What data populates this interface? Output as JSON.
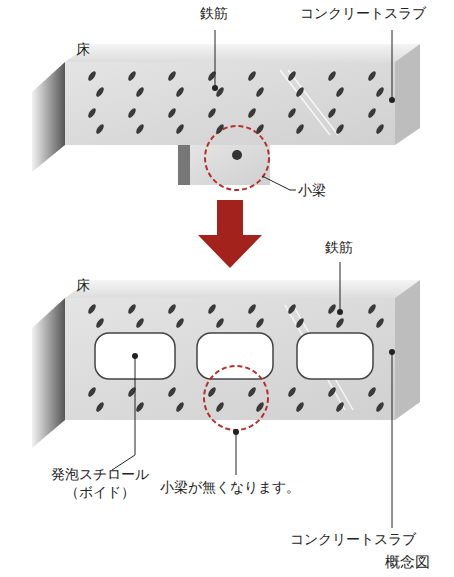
{
  "diagram": {
    "caption": "概念図",
    "labels": [
      "鉄筋",
      "コンクリートスラブ",
      "床",
      "小梁",
      "床",
      "鉄筋",
      "発泡スチロール （ボイド）",
      "小梁が無くなります。",
      "コンクリートスラブ"
    ]
  }
}
